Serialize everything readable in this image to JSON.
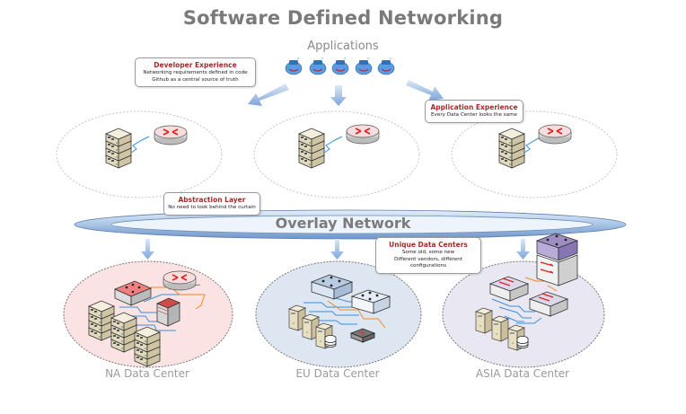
{
  "title": "Software Defined Networking",
  "applications": {
    "label": "Applications",
    "container_count": 5,
    "icon": "docker-whale-icon"
  },
  "callouts": {
    "developer": {
      "title": "Developer Experience",
      "lines": [
        "Networking requirements defined in code",
        "Github as a central source of truth"
      ]
    },
    "application": {
      "title": "Application Experience",
      "lines": [
        "Every Data Center looks the same"
      ]
    },
    "abstraction": {
      "title": "Abstraction Layer",
      "lines": [
        "No need to look behind the curtain"
      ]
    },
    "unique": {
      "title": "Unique Data Centers",
      "lines": [
        "Some old, some new",
        "Different vendors, different configurations"
      ]
    }
  },
  "overlay": {
    "label": "Overlay Network"
  },
  "virtual_sites": [
    {
      "id": "left",
      "devices": [
        "server-stack-icon",
        "router-icon"
      ]
    },
    {
      "id": "center",
      "devices": [
        "server-stack-icon",
        "router-icon"
      ]
    },
    {
      "id": "right",
      "devices": [
        "server-stack-icon",
        "router-icon"
      ]
    }
  ],
  "data_centers": [
    {
      "name": "NA Data Center",
      "fill": "#fbe3e3",
      "devices": [
        "red-switch-icon",
        "router-icon",
        "firewall-icon",
        "server-stack-icon",
        "server-stack-icon",
        "server-stack-icon"
      ]
    },
    {
      "name": "EU Data Center",
      "fill": "#dde6f1",
      "devices": [
        "blue-switch-icon",
        "blue-switch-icon",
        "tower-server-icon",
        "tower-server-icon",
        "tower-server-icon",
        "appliance-icon"
      ]
    },
    {
      "name": "ASIA Data Center",
      "fill": "#e9e7f1",
      "devices": [
        "purple-core-switch-icon",
        "l3-switch-icon",
        "l3-switch-icon",
        "tower-server-icon",
        "tower-server-icon",
        "tower-server-icon"
      ]
    }
  ],
  "colors": {
    "title": "#7a7a7a",
    "callout_title": "#a52a2a",
    "overlay_ring": "#a9c4e6",
    "arrow": "#8fb3e0",
    "link_blue": "#3b8fd9",
    "link_orange": "#f08a24"
  }
}
